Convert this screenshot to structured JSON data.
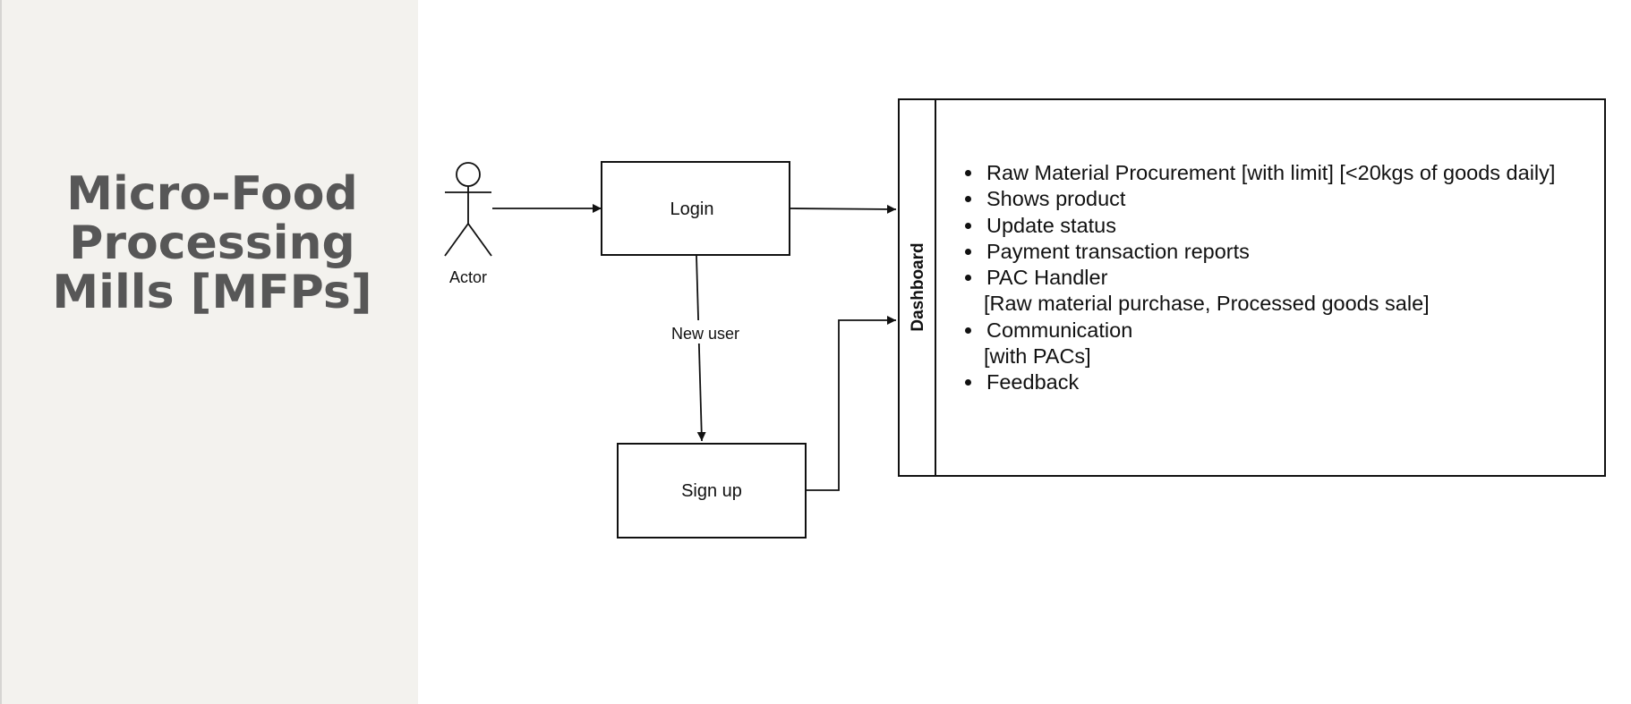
{
  "slide": {
    "title_lines": [
      "Micro-Food",
      "Processing",
      "Mills [MFPs]"
    ]
  },
  "diagram": {
    "actor_label": "Actor",
    "login_label": "Login",
    "signup_label": "Sign up",
    "new_user_label": "New user",
    "dashboard_label": "Dashboard",
    "features": [
      {
        "text": "Raw Material Procurement [with limit]  [<20kgs of goods daily]",
        "sub": ""
      },
      {
        "text": "Shows product",
        "sub": ""
      },
      {
        "text": "Update status",
        "sub": ""
      },
      {
        "text": "Payment transaction reports",
        "sub": ""
      },
      {
        "text": "PAC Handler",
        "sub": "[Raw material purchase, Processed goods sale]"
      },
      {
        "text": "Communication",
        "sub": "[with PACs]"
      },
      {
        "text": "Feedback",
        "sub": ""
      }
    ]
  },
  "colors": {
    "left_panel_bg": "#f3f2ee",
    "title_text": "#575757",
    "line": "#111111"
  }
}
